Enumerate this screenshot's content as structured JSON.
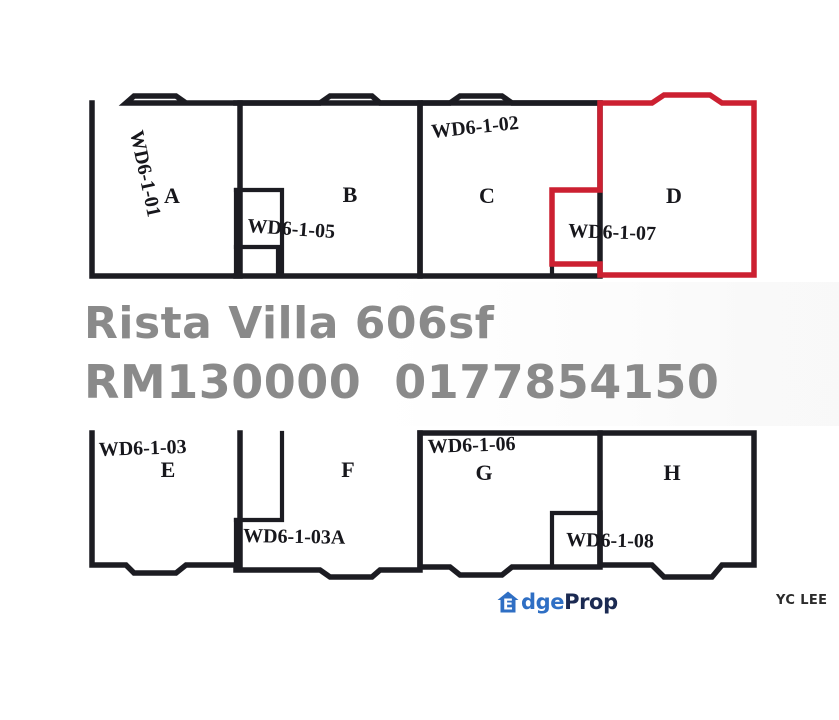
{
  "overlay": {
    "title": "Rista Villa 606sf",
    "price_and_phone": "RM130000  0177854150"
  },
  "branding": {
    "logo_mark": "house-icon",
    "logo_letter": "E",
    "logo_text_part1": "dge",
    "logo_text_part2": "Prop",
    "agent_watermark": "YC LEE"
  },
  "colors": {
    "highlight_red": "#cc2031",
    "wall_black": "#1c1c22",
    "overlay_text_grey": "#8a8a8a",
    "logo_blue": "#2f6fc4",
    "logo_navy": "#1b2a52"
  },
  "floorplan_upper": {
    "name": "upper-floor-plan",
    "units": [
      {
        "letter": "A",
        "code": "WD6-1-01",
        "code_orientation": "vertical",
        "highlighted": false
      },
      {
        "letter": "B",
        "code": "WD6-1-05",
        "code_orientation": "horizontal",
        "highlighted": false
      },
      {
        "letter": "C",
        "code": "WD6-1-02",
        "code_orientation": "vertical",
        "highlighted": false
      },
      {
        "letter": "D",
        "code": "WD6-1-07",
        "code_orientation": "horizontal",
        "highlighted": true
      }
    ]
  },
  "floorplan_lower": {
    "name": "lower-floor-plan",
    "units": [
      {
        "letter": "E",
        "code": "WD6-1-03",
        "code_orientation": "horizontal",
        "highlighted": false
      },
      {
        "letter": "F",
        "code": "WD6-1-03A",
        "code_orientation": "horizontal",
        "highlighted": false
      },
      {
        "letter": "G",
        "code": "WD6-1-06",
        "code_orientation": "horizontal",
        "highlighted": false
      },
      {
        "letter": "H",
        "code": "WD6-1-08",
        "code_orientation": "horizontal",
        "highlighted": false
      }
    ]
  }
}
